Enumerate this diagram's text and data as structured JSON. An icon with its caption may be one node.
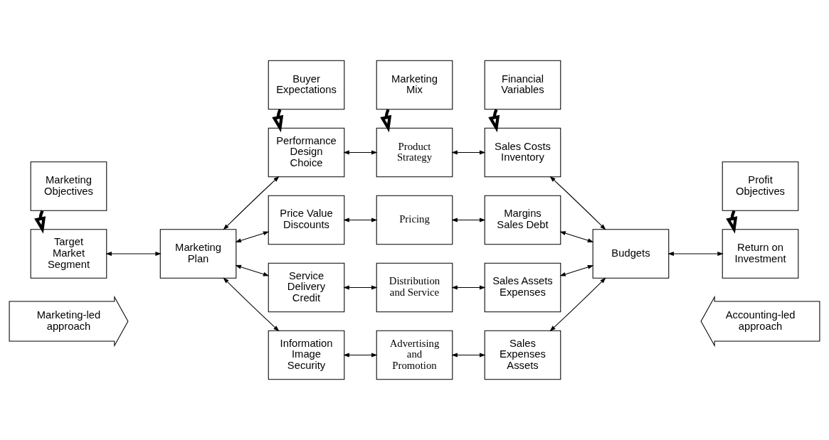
{
  "diagram": {
    "nodes": [
      {
        "text": [
          "Marketing Objectives"
        ]
      },
      {
        "text": [
          "Buyer Expectations"
        ]
      },
      {
        "text": [
          "Marketing Mix"
        ]
      },
      {
        "text": [
          "Financial Variables"
        ]
      },
      {
        "text": [
          "Profit Objectives"
        ]
      },
      {
        "text": [
          "Performance Design Choice"
        ]
      },
      {
        "text": [
          "Product Strategy"
        ]
      },
      {
        "text": [
          "Sales Costs Inventory"
        ]
      },
      {
        "text": [
          "Price Value Discounts"
        ]
      },
      {
        "text": [
          "Pricing"
        ]
      },
      {
        "text": [
          "Margins Sales Debt"
        ]
      },
      {
        "text": [
          "Target Market Segment"
        ]
      },
      {
        "text": [
          "Marketing Plan"
        ]
      },
      {
        "text": [
          "Budgets"
        ]
      },
      {
        "text": [
          "Return on Investment"
        ]
      },
      {
        "text": [
          "Service Delivery Credit"
        ]
      },
      {
        "text": [
          "Distribution and Service"
        ]
      },
      {
        "text": [
          "Sales Assets Expenses"
        ]
      },
      {
        "text": [
          "Information Image Security"
        ]
      },
      {
        "text": [
          "Advertising and Promotion"
        ]
      },
      {
        "text": [
          "Sales Expenses Assets"
        ]
      },
      {
        "text": [
          "Marketing-led approach"
        ]
      },
      {
        "text": [
          "Accounting-led approach"
        ]
      }
    ],
    "edges": [
      {
        "from": 0,
        "to": 11,
        "arrow": "to",
        "style": "thick"
      },
      {
        "from": 1,
        "to": 5,
        "arrow": "to",
        "style": "thick"
      },
      {
        "from": 2,
        "to": 6,
        "arrow": "to",
        "style": "thick"
      },
      {
        "from": 3,
        "to": 7,
        "arrow": "to",
        "style": "thick"
      },
      {
        "from": 4,
        "to": 14,
        "arrow": "to",
        "style": "thick"
      },
      {
        "from": 5,
        "to": 6,
        "arrow": "both"
      },
      {
        "from": 6,
        "to": 7,
        "arrow": "both"
      },
      {
        "from": 8,
        "to": 9,
        "arrow": "both"
      },
      {
        "from": 9,
        "to": 10,
        "arrow": "both"
      },
      {
        "from": 11,
        "to": 12,
        "arrow": "both"
      },
      {
        "from": 12,
        "to": 5,
        "arrow": "both"
      },
      {
        "from": 12,
        "to": 8,
        "arrow": "both"
      },
      {
        "from": 12,
        "to": 15,
        "arrow": "both"
      },
      {
        "from": 12,
        "to": 18,
        "arrow": "both"
      },
      {
        "from": 7,
        "to": 13,
        "arrow": "both"
      },
      {
        "from": 10,
        "to": 13,
        "arrow": "both"
      },
      {
        "from": 17,
        "to": 13,
        "arrow": "both"
      },
      {
        "from": 20,
        "to": 13,
        "arrow": "both"
      },
      {
        "from": 13,
        "to": 14,
        "arrow": "both"
      },
      {
        "from": 15,
        "to": 16,
        "arrow": "both"
      },
      {
        "from": 16,
        "to": 17,
        "arrow": "both"
      },
      {
        "from": 18,
        "to": 19,
        "arrow": "both"
      },
      {
        "from": 19,
        "to": 20,
        "arrow": "both"
      }
    ]
  }
}
